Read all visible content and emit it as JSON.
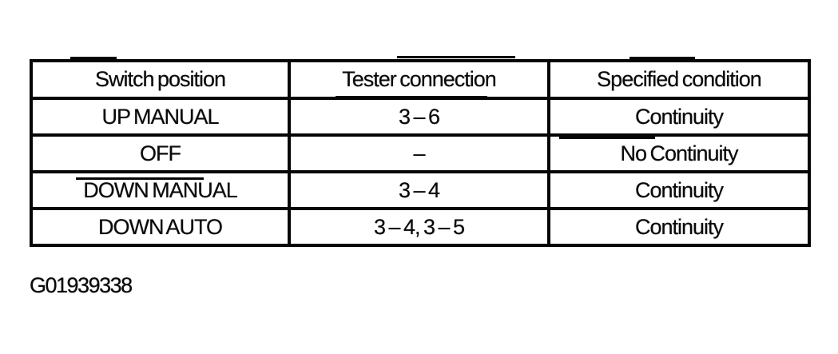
{
  "page": {
    "background_color": "#ffffff",
    "ink_color": "#0a0a0a"
  },
  "figure_code": "G01939338",
  "table": {
    "headers": [
      "Switch position",
      "Tester connection",
      "Specified condition"
    ],
    "rows": [
      [
        "UP MANUAL",
        "3 – 6",
        "Continuity"
      ],
      [
        "OFF",
        "–",
        "No Continuity"
      ],
      [
        "DOWN MANUAL",
        "3 – 4",
        "Continuity"
      ],
      [
        "DOWN AUTO",
        "3 – 4, 3 – 5",
        "Continuity"
      ]
    ]
  }
}
